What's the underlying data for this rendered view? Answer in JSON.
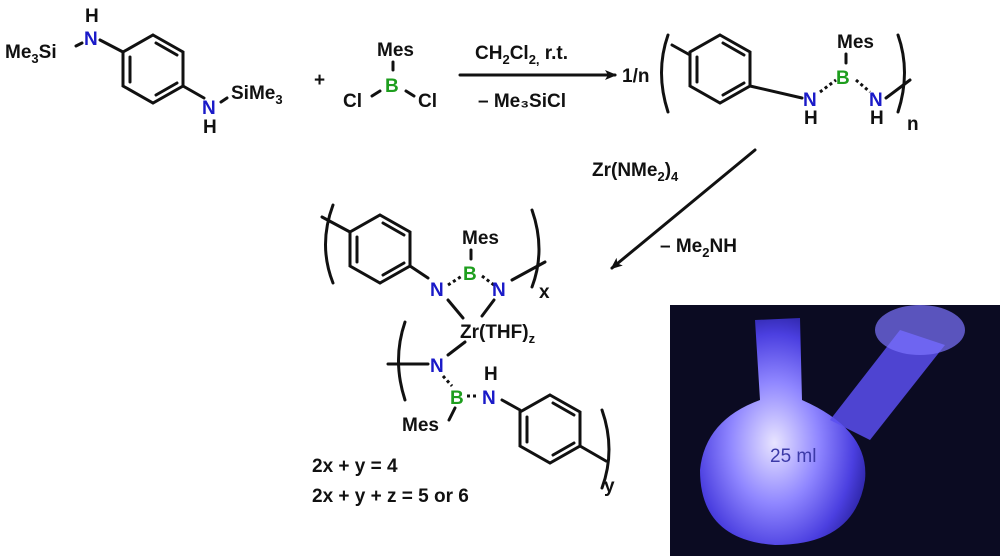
{
  "reactant1": {
    "left_group": "Me",
    "left_sub": "3",
    "left_tail": "Si",
    "n_top": "N",
    "h_top": "H",
    "n_bottom": "N",
    "h_bottom": "H",
    "right_group": "SiMe",
    "right_sub": "3"
  },
  "plus": "+",
  "reactant2": {
    "mes": "Mes",
    "boron": "B",
    "cl_left": "Cl",
    "cl_right": "Cl"
  },
  "arrow1": {
    "above_a": "CH",
    "above_sub1": "2",
    "above_b": "Cl",
    "above_sub2": "2,",
    "above_c": " r.t.",
    "below": "– Me₃SiCl"
  },
  "polymer": {
    "prefix": "1/n",
    "n1": "N",
    "h1": "H",
    "boron": "B",
    "mes": "Mes",
    "n2": "N",
    "h2": "H",
    "repeat": "n"
  },
  "arrow2": {
    "reagent": "Zr(NMe",
    "reagent_sub": "2",
    "reagent_close": ")",
    "reagent_sub2": "4",
    "byproduct": "– Me",
    "byproduct_sub": "2",
    "byproduct_tail": "NH"
  },
  "complex": {
    "mes_top": "Mes",
    "b_top": "B",
    "n_left": "N",
    "n_right": "N",
    "x_label": "x",
    "zr": "Zr(THF)",
    "zr_sub": "z",
    "n_low": "N",
    "b_low": "B",
    "h_low": "H",
    "nh_low": "N",
    "mes_low": "Mes",
    "y_label": "y"
  },
  "equations": [
    "2x + y = 4",
    "2x + y + z = 5 or 6"
  ],
  "photo": {
    "flask_label": "25 ml"
  }
}
